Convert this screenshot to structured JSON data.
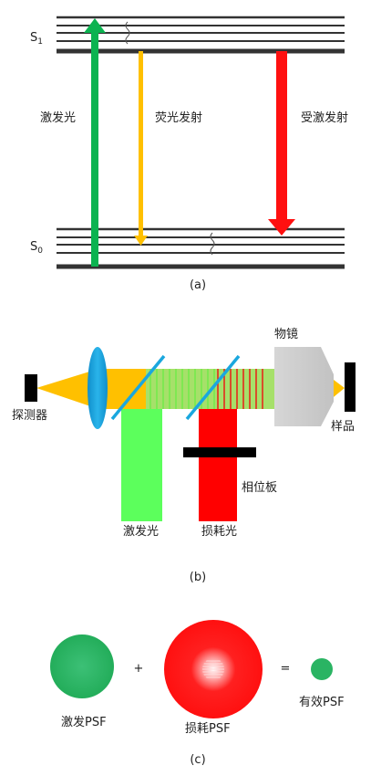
{
  "panel_a": {
    "s1_label": "S",
    "s1_sub": "1",
    "s0_label": "S",
    "s0_sub": "0",
    "excitation": "激发光",
    "fluorescence": "荧光发射",
    "stimulated_emission": "受激发射",
    "caption": "(a)",
    "colors": {
      "excitation": "#0bb350",
      "fluorescence": "#ffc000",
      "stimulated": "#ff1010",
      "levels": "#333333"
    }
  },
  "panel_b": {
    "objective": "物镜",
    "detector": "探测器",
    "sample": "样品",
    "phase_plate": "相位板",
    "excitation": "激发光",
    "depletion": "损耗光",
    "caption": "(b)",
    "colors": {
      "beam": "#ffc000",
      "excitation": "#5cff5c",
      "depletion": "#ff0000",
      "lens": "#1aa7de",
      "objective": "#c8c8c8"
    }
  },
  "panel_c": {
    "plus": "+",
    "equals": "=",
    "excitation_psf": "激发PSF",
    "depletion_psf": "损耗PSF",
    "effective_psf": "有效PSF",
    "caption": "(c)",
    "colors": {
      "excitation": "#2ab463",
      "depletion": "#ff1a1a",
      "effective": "#2ab463"
    }
  }
}
